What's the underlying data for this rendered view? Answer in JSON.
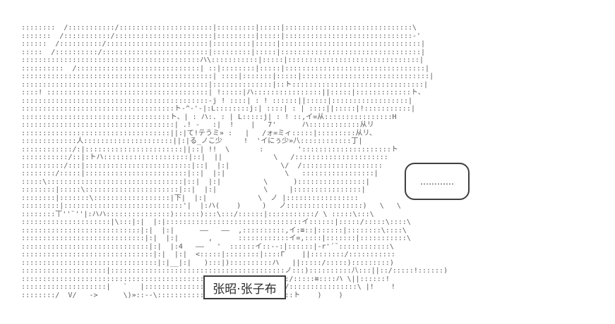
{
  "scene": {
    "background_color": "#ffffff",
    "ink_color": "#5a5a5a",
    "aa_lines": [
      "     ::::::::  /:::::::::::/::::::::::::::::::::::|:::::::::|:::::|::::::::::::::::::::::::::::::\\",
      "     :::::::  /:::::::::::/:::::::::::::::::::::::|:::::::::|:::::|::::::::::::::::::::::::::::::-'",
      "     ::::::  /::::::::::/::::::::::::::::::::::::|:::::::::|:::::|:::::::::::::::::::::::::::::::::|",
      "     :::::  /::::::::::/:::::::::::::::::::::::::|:::::::::|:::::|:::::::::::::::::::::::::::::::::|",
      "     ::::::::::::::::::::::::::::::::::::::::::ハ\\:::::::::::|:::::|:::::::::::::::::::::::::::::::|",
      "     ::::::::::  /:::::::::::::::::::::::::::::| ::|::::::::|:::::|:::::::::::::::::::::::::::::::::|",
      "     :::::::::::::::::::::::::::::::::::::::::::::| ::::|:::::::|:::::|::::::::::::::::::::::::::::::|",
      "     ::::::::::::::::::::::::::::::::::::::::::::|::::::::::::::|::ト:::::::::::::::::::::::::::::::|",
      "     ::::! ::::::::::::::::::::::::::::::::::::::| !:::::|ハ::::::::::::::::||:::::|:::::::::::::ト、",
      "     ::::::::::::::::::::::::::::::::::::::::::::-j ! ::::| : ! ::::::||:::::|::::::::::::::::::|",
      "     ::::::::::::::::::::::::::::::::::::ト-^-'-|:L::::::::j:| ::::| : | ::::||:::::|!:::::::::::|",
      "     :::::::::::::::::::::::::::::::::::ト、| : ハ:. : | L:::::j| : ! ::,イ=从::::::::::::::::H",
      "     ::::::::::::::::::::::::::::::::::::| .! -   :|  !    |   7'      ハ::::::::::::从リ",
      "     :::::::::::::::::::::::::::::::::::||:|て!テうミ» :   |   /ォ=ミィ:::::|:::::::::从リ、",
      "     :::::::::::::人:::::::::::::::::::::||:|る_ノこ少     !  'イにぅ少»八::::::::::::丁|",
      "     ::::::::::::/:|:::::::::::::::::::::::||::| !!  \\       :        ':::::::::::::::::::::ト",
      "     :::::::::::/::|:トハ::::::::::::::::::::|::|  ||            \\   /::::::::::::::::::::::",
      "     ::::::::::/:::|:::::::::::::::::::::::::|::|  |:|            \\/  /:::::::::::::::::::",
      "     ::::::::/:::::|::::::::::::::::::::::::|::|  |:|              \\   :::::::::::::::::|",
      "     :::::\\::::::::::::::::::::::::::::::::|::|  |:|          \\      )::::::::::::::::|",
      "     ::::::::|:::::\\::::::::::::::::::::::|::|  |:|           \\     |::::::::::::::::|",
      "     ::::::::|:::::::\\::::::::::::::::::|下|  |:|            \\  ノ |:::::::::::::::::",
      "     :::::::::|::::::::::::::::::::::::::::'|  |:ハ(    )     )   ノ::::::::::::::::::)   \\   \\",
      "     ::::::::丅''¨''|:ハハ:::::::::::::::)::::::):::\\:::/::::::|:::::::::::/ \\ :::::\\:::\\",
      "     :::::::::::::::::::::|\\:::|:|  |:|::::::::::::::::::::::::::::::::イ::::::|:::::/:::::\\::::\\",
      "     ::::::::::::::::::::::::::::|:|  |:|      ——   ——  ,::::::::::,イ:≡::|::::::|::::::::\\::::\\",
      "     :::::::::::::::::::::::::::::|:|  |:|       ,      ::::::::::::イ=,::::|:::::::|:::::::::::\\",
      "     ::::::::::::::::::::::::::::::|:|  |:4   ——   '  ::::::イ::--:|::::::|-r'´¯::::::::::::\\",
      "     :::::::::::::::::::::::::::::::|:|  |:|  <:::::|::::::::|::::Γ    ||::::::::/:::::::::::",
      "     ::::::::::::::::::::::::::::::::|:|__|:|   ):::|)::::::::::ハ   ||:::::/:::::):::::::::)",
      "     ::::::::::::::::::::|:::::::::::::::::::::::::::::::::::::::::ノ:::)::::::::::八:::||::/:::::!::::::)",
      "     :::::::::::::::::::::::::::::::::::::::::::::::::::::::::::::/:/:::::≡::::ハ \\||::::::!",
      "     ::::::::::::::::::::|   `   |:::::::::::::::::::::::::::::::/ /::::::::::::::::\\ |!    !",
      "     ::::::::/  V/   ->      \\)»::--\\::::::::::::::::::::/   ::::::::ト    )    )"
    ]
  },
  "speech_bubble": {
    "text": "…………"
  },
  "name_label": {
    "text": "张昭·张子布"
  }
}
